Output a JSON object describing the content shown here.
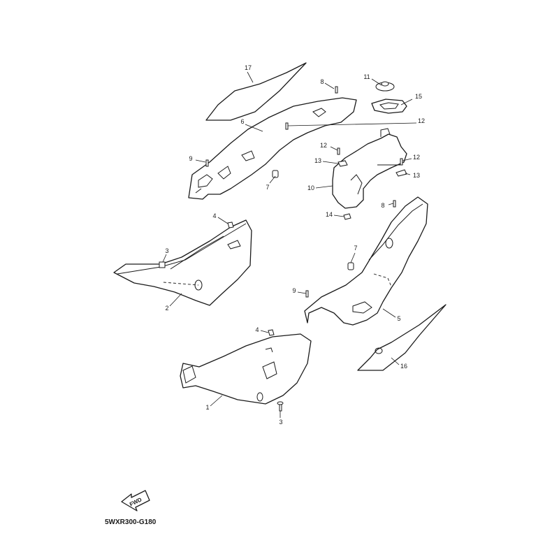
{
  "diagram": {
    "code": "5WXR300-G180",
    "fwd_label": "FWD",
    "callouts": [
      {
        "id": "c17a",
        "text": "17"
      },
      {
        "id": "c8a",
        "text": "8"
      },
      {
        "id": "c11",
        "text": "11"
      },
      {
        "id": "c15",
        "text": "15"
      },
      {
        "id": "c6",
        "text": "6"
      },
      {
        "id": "c12a",
        "text": "12"
      },
      {
        "id": "c12b",
        "text": "12"
      },
      {
        "id": "c9a",
        "text": "9"
      },
      {
        "id": "c13a",
        "text": "13"
      },
      {
        "id": "c12c",
        "text": "12"
      },
      {
        "id": "c13b",
        "text": "13"
      },
      {
        "id": "c7a",
        "text": "7"
      },
      {
        "id": "c10",
        "text": "10"
      },
      {
        "id": "c8b",
        "text": "8"
      },
      {
        "id": "c4a",
        "text": "4"
      },
      {
        "id": "c14",
        "text": "14"
      },
      {
        "id": "c3a",
        "text": "3"
      },
      {
        "id": "c7b",
        "text": "7"
      },
      {
        "id": "c2",
        "text": "2"
      },
      {
        "id": "c9b",
        "text": "9"
      },
      {
        "id": "c5",
        "text": "5"
      },
      {
        "id": "c4b",
        "text": "4"
      },
      {
        "id": "c16",
        "text": "16"
      },
      {
        "id": "c1",
        "text": "1"
      },
      {
        "id": "c3b",
        "text": "3"
      }
    ]
  }
}
